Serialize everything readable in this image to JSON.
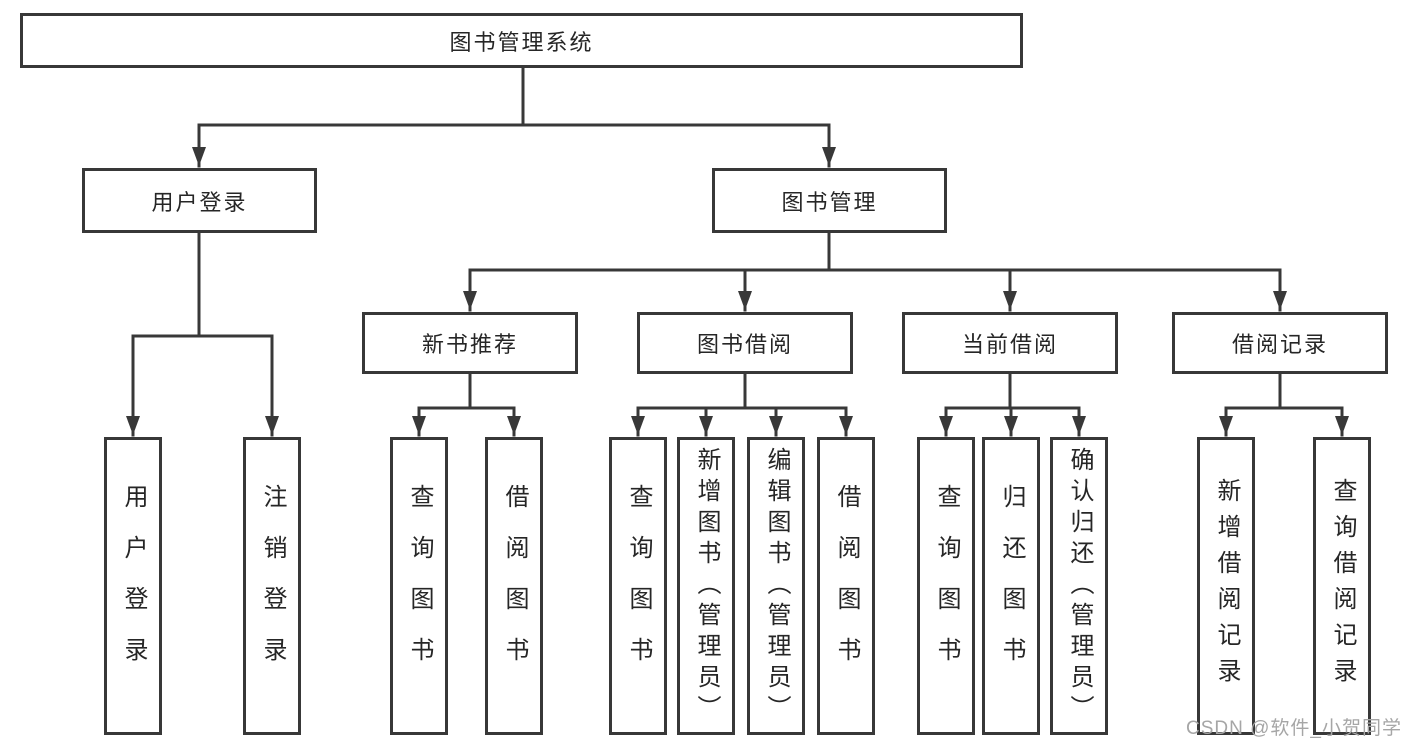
{
  "tree": {
    "label": "图书管理系统",
    "children": [
      {
        "label": "用户登录",
        "children": [
          {
            "label": "用户登录"
          },
          {
            "label": "注销登录"
          }
        ]
      },
      {
        "label": "图书管理",
        "children": [
          {
            "label": "新书推荐",
            "children": [
              {
                "label": "查询图书"
              },
              {
                "label": "借阅图书"
              }
            ]
          },
          {
            "label": "图书借阅",
            "children": [
              {
                "label": "查询图书"
              },
              {
                "label": "新增图书（管理员）"
              },
              {
                "label": "编辑图书（管理员）"
              },
              {
                "label": "借阅图书"
              }
            ]
          },
          {
            "label": "当前借阅",
            "children": [
              {
                "label": "查询图书"
              },
              {
                "label": "归还图书"
              },
              {
                "label": "确认归还（管理员）"
              }
            ]
          },
          {
            "label": "借阅记录",
            "children": [
              {
                "label": "新增借阅记录"
              },
              {
                "label": "查询借阅记录"
              }
            ]
          }
        ]
      }
    ]
  },
  "watermark": {
    "text": "CSDN @软件_小贺同学"
  },
  "colors": {
    "line": "#383838",
    "text": "#262626",
    "background": "#ffffff",
    "watermark": "#a6a6a6"
  }
}
